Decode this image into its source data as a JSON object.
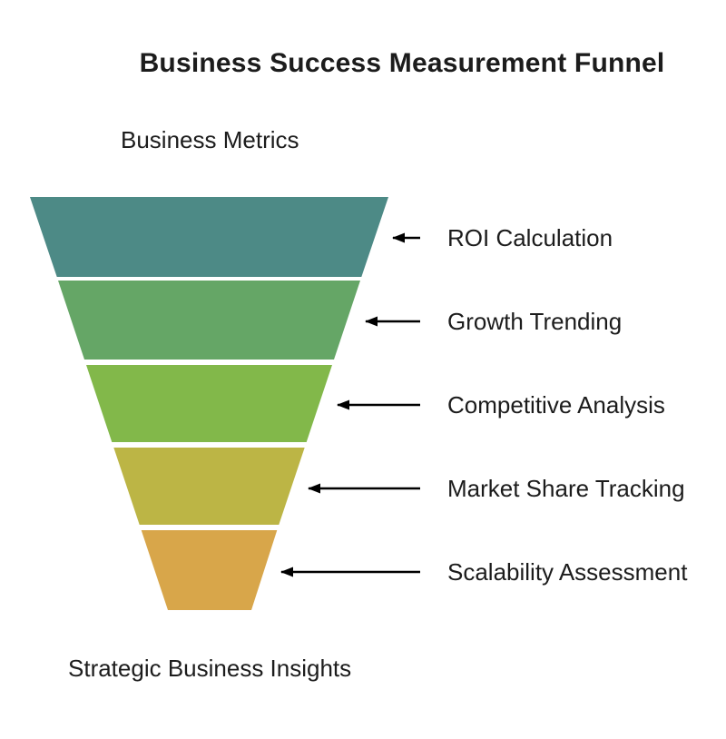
{
  "title": "Business Success Measurement Funnel",
  "top_label": "Business Metrics",
  "bottom_label": "Strategic Business Insights",
  "colors": {
    "background": "#ffffff",
    "text": "#1c1c1c",
    "arrow": "#000000",
    "segment_divider": "#ffffff"
  },
  "funnel": {
    "direction": "top-wide-to-bottom-narrow",
    "segments": [
      {
        "label": "ROI Calculation",
        "color": "#4d8a86"
      },
      {
        "label": "Growth Trending",
        "color": "#65a666"
      },
      {
        "label": "Competitive Analysis",
        "color": "#82b84a"
      },
      {
        "label": "Market Share Tracking",
        "color": "#bcb545"
      },
      {
        "label": "Scalability Assessment",
        "color": "#d8a64a"
      }
    ]
  }
}
